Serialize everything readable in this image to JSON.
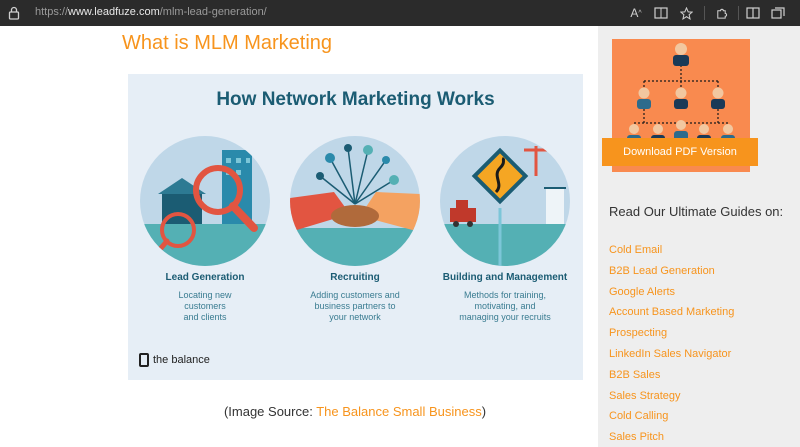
{
  "browser": {
    "url_prefix": "https://",
    "url_domain": "www.leadfuze.com",
    "url_path": "/mlm-lead-generation/",
    "reader_label": "A",
    "reader_sup": "^"
  },
  "article": {
    "title": "What is MLM Marketing",
    "caption_prefix": "(Image Source: ",
    "caption_link": "The Balance Small Business",
    "caption_suffix": ")"
  },
  "infographic": {
    "title": "How Network Marketing Works",
    "panels": [
      {
        "heading": "Lead Generation",
        "desc1": "Locating new",
        "desc2": "customers",
        "desc3": "and clients"
      },
      {
        "heading": "Recruiting",
        "desc1": "Adding customers and",
        "desc2": "business partners to",
        "desc3": "your network"
      },
      {
        "heading": "Building and Management",
        "desc1": "Methods for training,",
        "desc2": "motivating, and",
        "desc3": "managing your recruits"
      }
    ],
    "brand": "the balance"
  },
  "sidebar": {
    "pdf_button": "Download PDF Version",
    "guides_title": "Read Our Ultimate Guides on:",
    "guides": [
      "Cold Email",
      "B2B Lead Generation",
      "Google Alerts",
      "Account Based Marketing",
      "Prospecting",
      "LinkedIn Sales Navigator",
      "B2B Sales",
      "Sales Strategy",
      "Cold Calling",
      "Sales Pitch"
    ]
  },
  "colors": {
    "accent": "#f7941d",
    "chrome": "#2b2b2b",
    "infographic_bg": "#e6eef6",
    "infographic_text": "#1b5c73"
  }
}
